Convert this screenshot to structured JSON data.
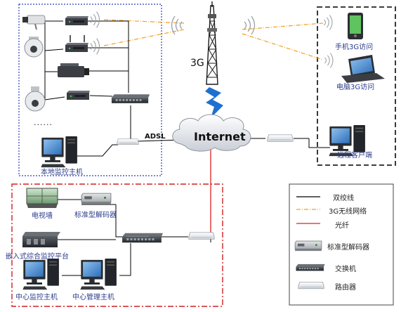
{
  "labels": {
    "tower": "3G",
    "internet": "Internet",
    "adsl": "ADSL",
    "local_host": "本地监控主机",
    "mobile_3g": "手机3G访问",
    "pc_3g": "电脑3G访问",
    "remote_client": "远程客户端",
    "tv_wall": "电视墙",
    "std_decoder": "标准型解码器",
    "embedded_platform": "嵌入式综合监控平台",
    "center_monitor_host": "中心监控主机",
    "center_mgmt_host": "中心管理主机",
    "ellipsis": "......"
  },
  "legend": {
    "twisted_pair": "双绞线",
    "wireless_3g": "3G无线网络",
    "fiber": "光纤",
    "decoder": "标准型解码器",
    "switch": "交换机",
    "router": "路由器"
  },
  "colors": {
    "twisted_pair": "#000000",
    "wireless_3g": "#f0a020",
    "fiber": "#e02020",
    "lightning": "#1e6fd0",
    "box_local": "#2a3fbf",
    "box_remote": "#222222",
    "box_center": "#d02020"
  }
}
